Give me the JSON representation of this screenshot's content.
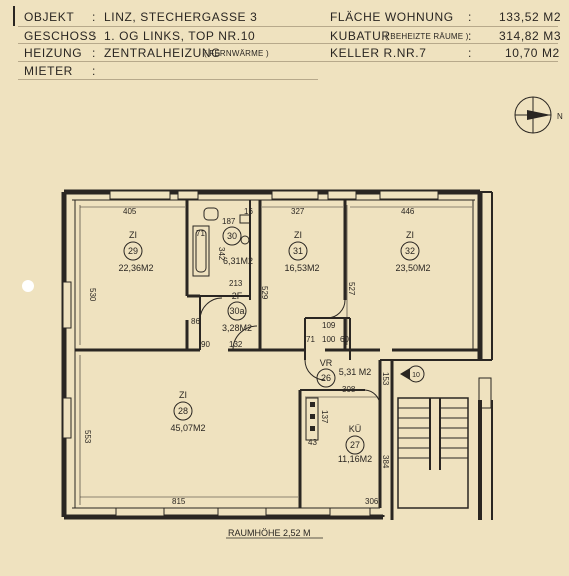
{
  "header": {
    "rows": [
      {
        "key": "OBJEKT",
        "sep": ":",
        "value": "LINZ, STECHERGASSE 3",
        "key2": "FLÄCHE WOHNUNG",
        "note2": "",
        "sep2": ":",
        "value2": "133,52 M2"
      },
      {
        "key": "GESCHOSS",
        "sep": ":",
        "value": "1. OG LINKS,    TOP NR.10",
        "key2": "KUBATUR",
        "note2": "( BEHEIZTE RÄUME )",
        "sep2": ":",
        "value2": "314,82 M3"
      },
      {
        "key": "HEIZUNG",
        "sep": ":",
        "value": "ZENTRALHEIZUNG",
        "value_note": "( FERNWÄRME )",
        "key2": "KELLER R.NR.7",
        "note2": "",
        "sep2": ":",
        "value2": "10,70 M2"
      },
      {
        "key": "MIETER",
        "sep": ":",
        "value": ""
      }
    ]
  },
  "compass": {
    "label": "N"
  },
  "rooms": [
    {
      "name": "ZI",
      "number": "29",
      "area": "22,36M2"
    },
    {
      "name": "",
      "number": "30",
      "area": "6,31M2"
    },
    {
      "name": "ZI",
      "number": "31",
      "area": "16,53M2"
    },
    {
      "name": "ZI",
      "number": "32",
      "area": "23,50M2"
    },
    {
      "name": "2F",
      "number": "30a",
      "area": "3,28M2"
    },
    {
      "name": "VR",
      "number": "26",
      "area": "5,31 M2"
    },
    {
      "name": "ZI",
      "number": "28",
      "area": "45,07M2"
    },
    {
      "name": "KÜ",
      "number": "27",
      "area": "11,16M2"
    }
  ],
  "dimensions": [
    "405",
    "187",
    "327",
    "446",
    "530",
    "71",
    "342",
    "213",
    "529",
    "527",
    "86",
    "90",
    "132",
    "109",
    "100",
    "60",
    "71",
    "308",
    "137",
    "43",
    "153",
    "384",
    "553",
    "815",
    "306",
    "16"
  ],
  "stair_marker": "10",
  "ceiling_height": {
    "label": "RAUMHÖHE",
    "value": "2,52 M"
  }
}
